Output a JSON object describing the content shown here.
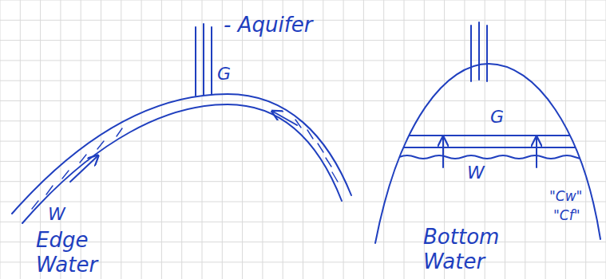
{
  "diagram": {
    "labels": [
      "- Aquifer",
      "G",
      "W",
      "Edge Water",
      "G",
      "W",
      "\"Cw\"",
      "\"Cf\"",
      "Bottom Water"
    ]
  }
}
